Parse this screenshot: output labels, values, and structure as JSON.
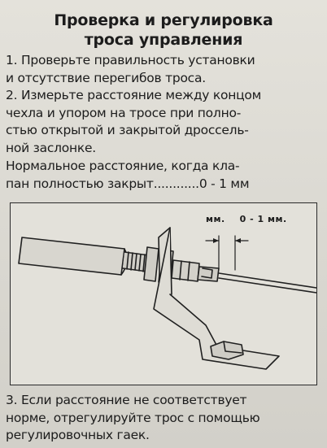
{
  "title": {
    "line1": "Проверка и регулировка",
    "line2": "троса управления"
  },
  "steps": {
    "step1": {
      "line1": "1. Проверьте правильность установки",
      "line2": "и отсутствие перегибов троса."
    },
    "step2": {
      "line1": "2. Измерьте расстояние между концом",
      "line2": "чехла и упором на тросе при полно-",
      "line3": "стью открытой и закрытой дроссель-",
      "line4": "ной заслонке."
    },
    "normal": {
      "line1": "Нормальное расстояние, когда кла-",
      "line2": "пан полностью закрыт............0 - 1 мм"
    },
    "step3": {
      "line1": "3. Если расстояние не соответствует",
      "line2": "норме, отрегулируйте трос с помощью",
      "line3": "регулировочных гаек."
    }
  },
  "figure": {
    "dimension_unit_label": "мм.",
    "dimension_value_label": "0 - 1 мм."
  }
}
